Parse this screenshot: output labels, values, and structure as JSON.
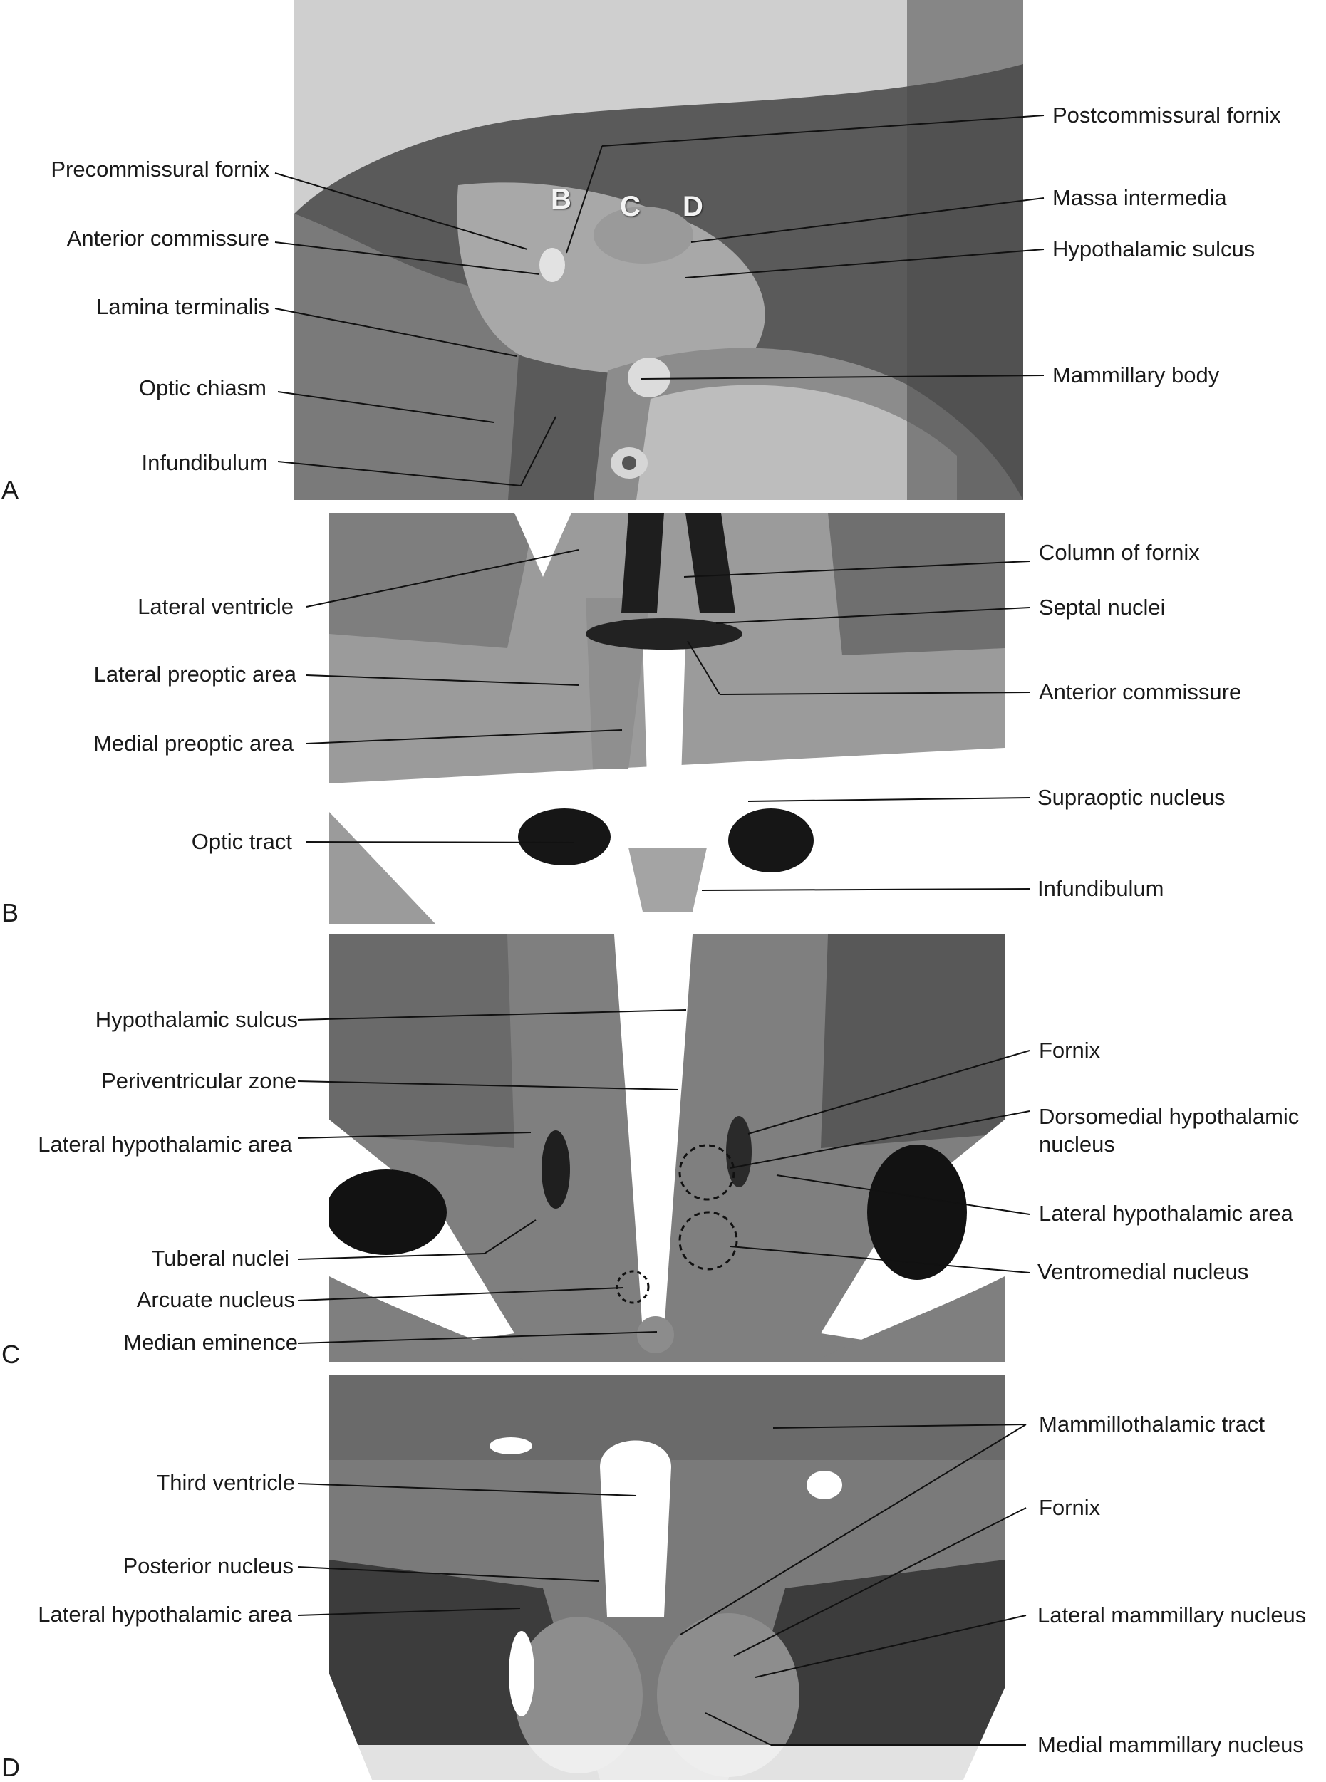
{
  "panels": {
    "a": {
      "letter": "A",
      "section_marks": [
        "B",
        "C",
        "D"
      ],
      "left_labels": [
        "Precommissural fornix",
        "Anterior commissure",
        "Lamina terminalis",
        "Optic chiasm",
        "Infundibulum"
      ],
      "right_labels": [
        "Postcommissural fornix",
        "Massa intermedia",
        "Hypothalamic sulcus",
        "Mammillary body"
      ]
    },
    "b": {
      "letter": "B",
      "left_labels": [
        "Lateral ventricle",
        "Lateral preoptic area",
        "Medial preoptic area",
        "Optic tract"
      ],
      "right_labels": [
        "Column of fornix",
        "Septal nuclei",
        "Anterior commissure",
        "Supraoptic nucleus",
        "Infundibulum"
      ]
    },
    "c": {
      "letter": "C",
      "left_labels": [
        "Hypothalamic sulcus",
        "Periventricular zone",
        "Lateral hypothalamic area",
        "Tuberal nuclei",
        "Arcuate nucleus",
        "Median eminence"
      ],
      "right_labels": [
        "Fornix",
        "Dorsomedial hypothalamic nucleus",
        "Lateral hypothalamic area",
        "Ventromedial nucleus"
      ]
    },
    "d": {
      "letter": "D",
      "left_labels": [
        "Third ventricle",
        "Posterior nucleus",
        "Lateral hypothalamic area"
      ],
      "right_labels": [
        "Mammillothalamic tract",
        "Fornix",
        "Lateral mammillary nucleus",
        "Medial mammillary nucleus"
      ]
    }
  }
}
